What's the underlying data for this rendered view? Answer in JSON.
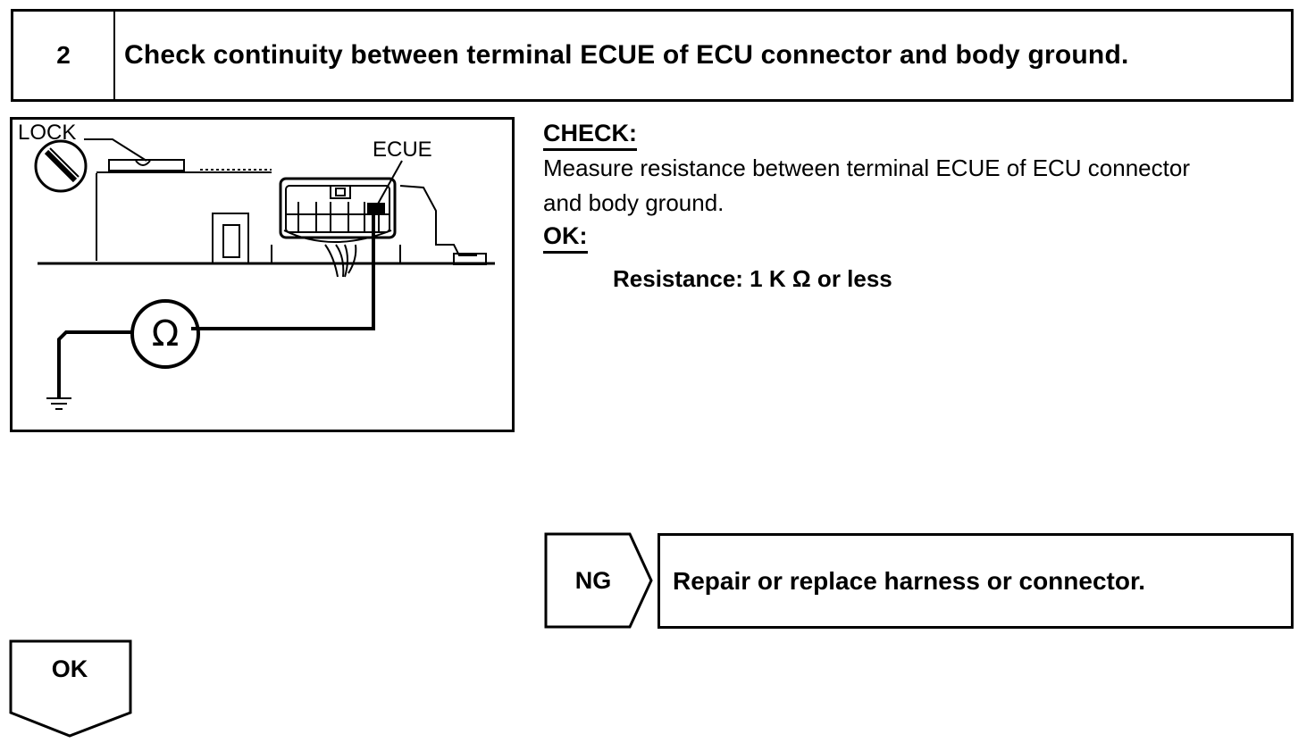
{
  "step": {
    "number": "2",
    "title": "Check continuity between terminal ECUE of ECU connector and body ground."
  },
  "figure": {
    "lock_label": "LOCK",
    "ecue_label": "ECUE",
    "meter_symbol": "Ω",
    "icons": [
      "lock-icon",
      "ohmmeter-icon",
      "ground-icon",
      "connector-icon"
    ]
  },
  "check": {
    "heading": "CHECK:",
    "instruction_line1": "Measure resistance between terminal ECUE of ECU connector",
    "instruction_line2": "and body ground.",
    "ok_heading": "OK:",
    "spec": "Resistance: 1 K Ω or less"
  },
  "ng": {
    "label": "NG",
    "action": "Repair or replace harness or connector."
  },
  "ok": {
    "label": "OK"
  }
}
